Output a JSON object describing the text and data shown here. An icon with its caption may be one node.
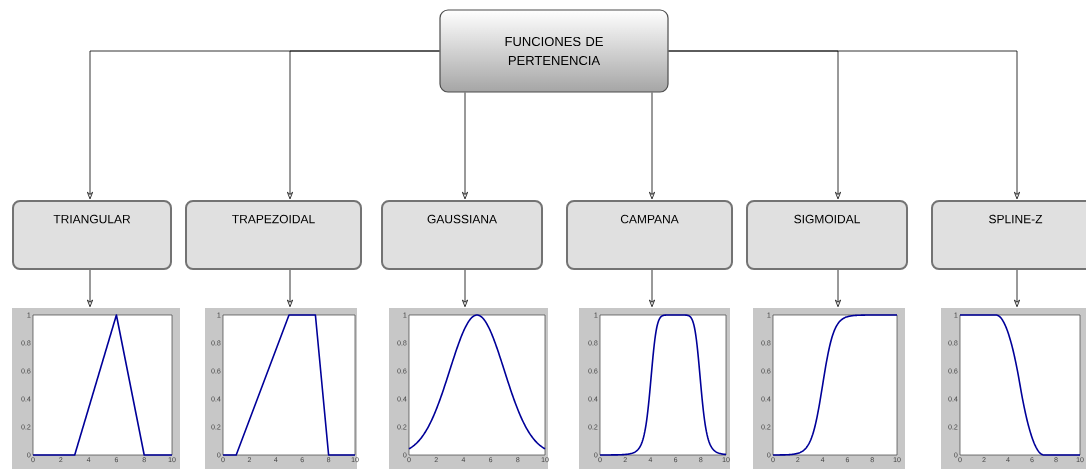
{
  "diagram": {
    "nodes": [
      {
        "text": [
          "FUNCIONES DE PERTENENCIA"
        ]
      },
      {
        "text": [
          "TRIANGULAR"
        ]
      },
      {
        "text": [
          "TRAPEZOIDAL"
        ]
      },
      {
        "text": [
          "GAUSSIANA"
        ]
      },
      {
        "text": [
          "CAMPANA"
        ]
      },
      {
        "text": [
          "SIGMOIDAL"
        ]
      },
      {
        "text": [
          "SPLINE-Z"
        ]
      },
      {
        "text": [
          "1",
          "0.8",
          "0.6",
          "0.4",
          "0.2",
          "0",
          "0",
          "2",
          "4",
          "6",
          "8",
          "10"
        ]
      },
      {
        "text": [
          "1",
          "0.8",
          "0.6",
          "0.4",
          "0.2",
          "0",
          "0",
          "2",
          "4",
          "6",
          "8",
          "10"
        ]
      },
      {
        "text": [
          "1",
          "0.8",
          "0.6",
          "0.4",
          "0.2",
          "0",
          "0",
          "2",
          "4",
          "6",
          "8",
          "10"
        ]
      },
      {
        "text": [
          "1",
          "0.8",
          "0.6",
          "0.4",
          "0.2",
          "0",
          "0",
          "2",
          "4",
          "6",
          "8",
          "10"
        ]
      },
      {
        "text": [
          "1",
          "0.8",
          "0.6",
          "0.4",
          "0.2",
          "0",
          "0",
          "2",
          "4",
          "6",
          "8",
          "10"
        ]
      },
      {
        "text": [
          "1",
          "0.8",
          "0.6",
          "0.4",
          "0.2",
          "0",
          "0",
          "2",
          "4",
          "6",
          "8",
          "10"
        ]
      }
    ],
    "edges": [
      {
        "from": 0,
        "to": 1,
        "arrow": "to"
      },
      {
        "from": 0,
        "to": 2,
        "arrow": "to"
      },
      {
        "from": 0,
        "to": 3,
        "arrow": "to"
      },
      {
        "from": 0,
        "to": 4,
        "arrow": "to"
      },
      {
        "from": 0,
        "to": 5,
        "arrow": "to"
      },
      {
        "from": 0,
        "to": 6,
        "arrow": "to"
      },
      {
        "from": 1,
        "to": 7,
        "arrow": "to"
      },
      {
        "from": 2,
        "to": 8,
        "arrow": "to"
      },
      {
        "from": 3,
        "to": 9,
        "arrow": "to"
      },
      {
        "from": 4,
        "to": 10,
        "arrow": "to"
      },
      {
        "from": 5,
        "to": 11,
        "arrow": "to"
      },
      {
        "from": 6,
        "to": 12,
        "arrow": "to"
      }
    ]
  }
}
